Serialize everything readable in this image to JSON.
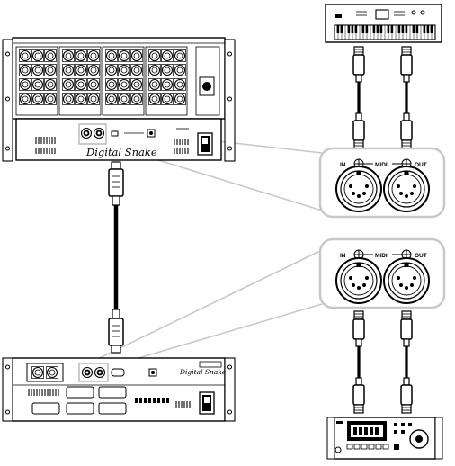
{
  "stage_box": {
    "brand": "Digital Snake"
  },
  "foh_unit": {
    "brand": "Digital Snake"
  },
  "midi_panel_top": {
    "in_label": "IN",
    "midi_label": "MIDI",
    "out_label": "OUT"
  },
  "midi_panel_bottom": {
    "in_label": "IN",
    "midi_label": "MIDI",
    "out_label": "OUT"
  },
  "colors": {
    "line": "#000000",
    "callout": "#c8c8c8",
    "panel_bg": "#ffffff"
  }
}
